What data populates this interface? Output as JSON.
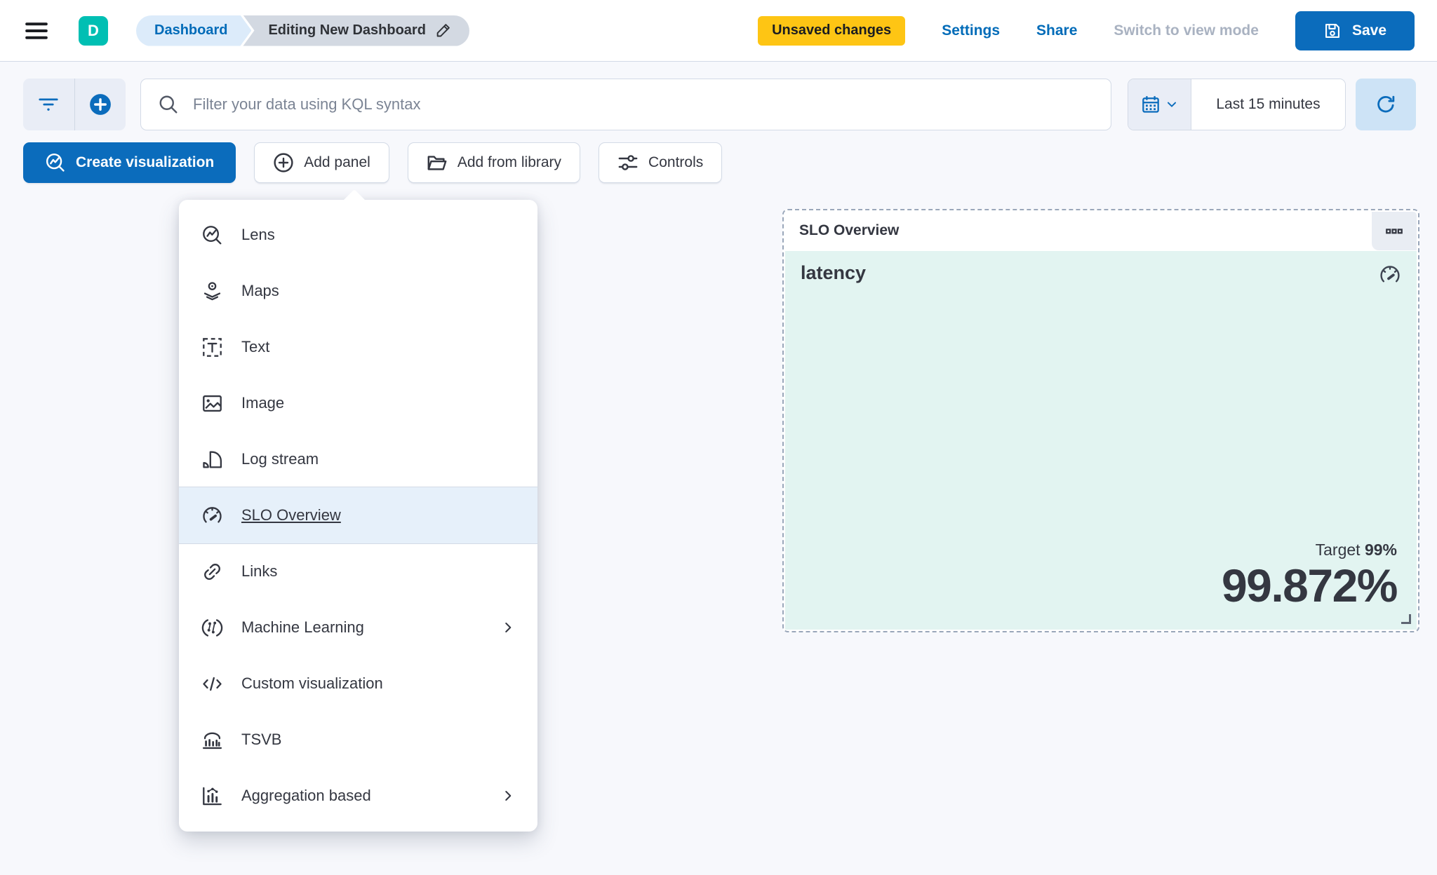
{
  "header": {
    "logo_letter": "D",
    "breadcrumbs": [
      {
        "label": "Dashboard"
      },
      {
        "label": "Editing New Dashboard"
      }
    ],
    "unsaved_badge": "Unsaved changes",
    "settings_label": "Settings",
    "share_label": "Share",
    "view_mode_label": "Switch to view mode",
    "save_label": "Save"
  },
  "filter_bar": {
    "search_placeholder": "Filter your data using KQL syntax",
    "time_range": "Last 15 minutes"
  },
  "toolbar": {
    "create_visualization_label": "Create visualization",
    "add_panel_label": "Add panel",
    "add_from_library_label": "Add from library",
    "controls_label": "Controls"
  },
  "add_panel_menu": {
    "items": [
      {
        "label": "Lens",
        "icon": "lens-icon",
        "selected": false,
        "has_submenu": false
      },
      {
        "label": "Maps",
        "icon": "maps-icon",
        "selected": false,
        "has_submenu": false
      },
      {
        "label": "Text",
        "icon": "text-icon",
        "selected": false,
        "has_submenu": false
      },
      {
        "label": "Image",
        "icon": "image-icon",
        "selected": false,
        "has_submenu": false
      },
      {
        "label": "Log stream",
        "icon": "log-stream-icon",
        "selected": false,
        "has_submenu": false
      },
      {
        "label": "SLO Overview",
        "icon": "gauge-icon",
        "selected": true,
        "has_submenu": false
      },
      {
        "label": "Links",
        "icon": "link-icon",
        "selected": false,
        "has_submenu": false
      },
      {
        "label": "Machine Learning",
        "icon": "machine-learning-icon",
        "selected": false,
        "has_submenu": true
      },
      {
        "label": "Custom visualization",
        "icon": "code-icon",
        "selected": false,
        "has_submenu": false
      },
      {
        "label": "TSVB",
        "icon": "tsvb-icon",
        "selected": false,
        "has_submenu": false
      },
      {
        "label": "Aggregation based",
        "icon": "aggregation-chart-icon",
        "selected": false,
        "has_submenu": true
      }
    ]
  },
  "slo_panel": {
    "title": "SLO Overview",
    "metric_name": "latency",
    "target_label": "Target",
    "target_value": "99%",
    "value": "99.872%"
  },
  "colors": {
    "primary_blue": "#0b6cbc",
    "link_blue": "#006bb8",
    "warning_yellow": "#fec514",
    "logo_teal": "#00bfb3",
    "panel_mint": "#e2f4f1",
    "menu_highlight": "#e6f0fa",
    "text_dark": "#343741",
    "canvas": "#f7f8fc",
    "border": "#d3dae6"
  }
}
